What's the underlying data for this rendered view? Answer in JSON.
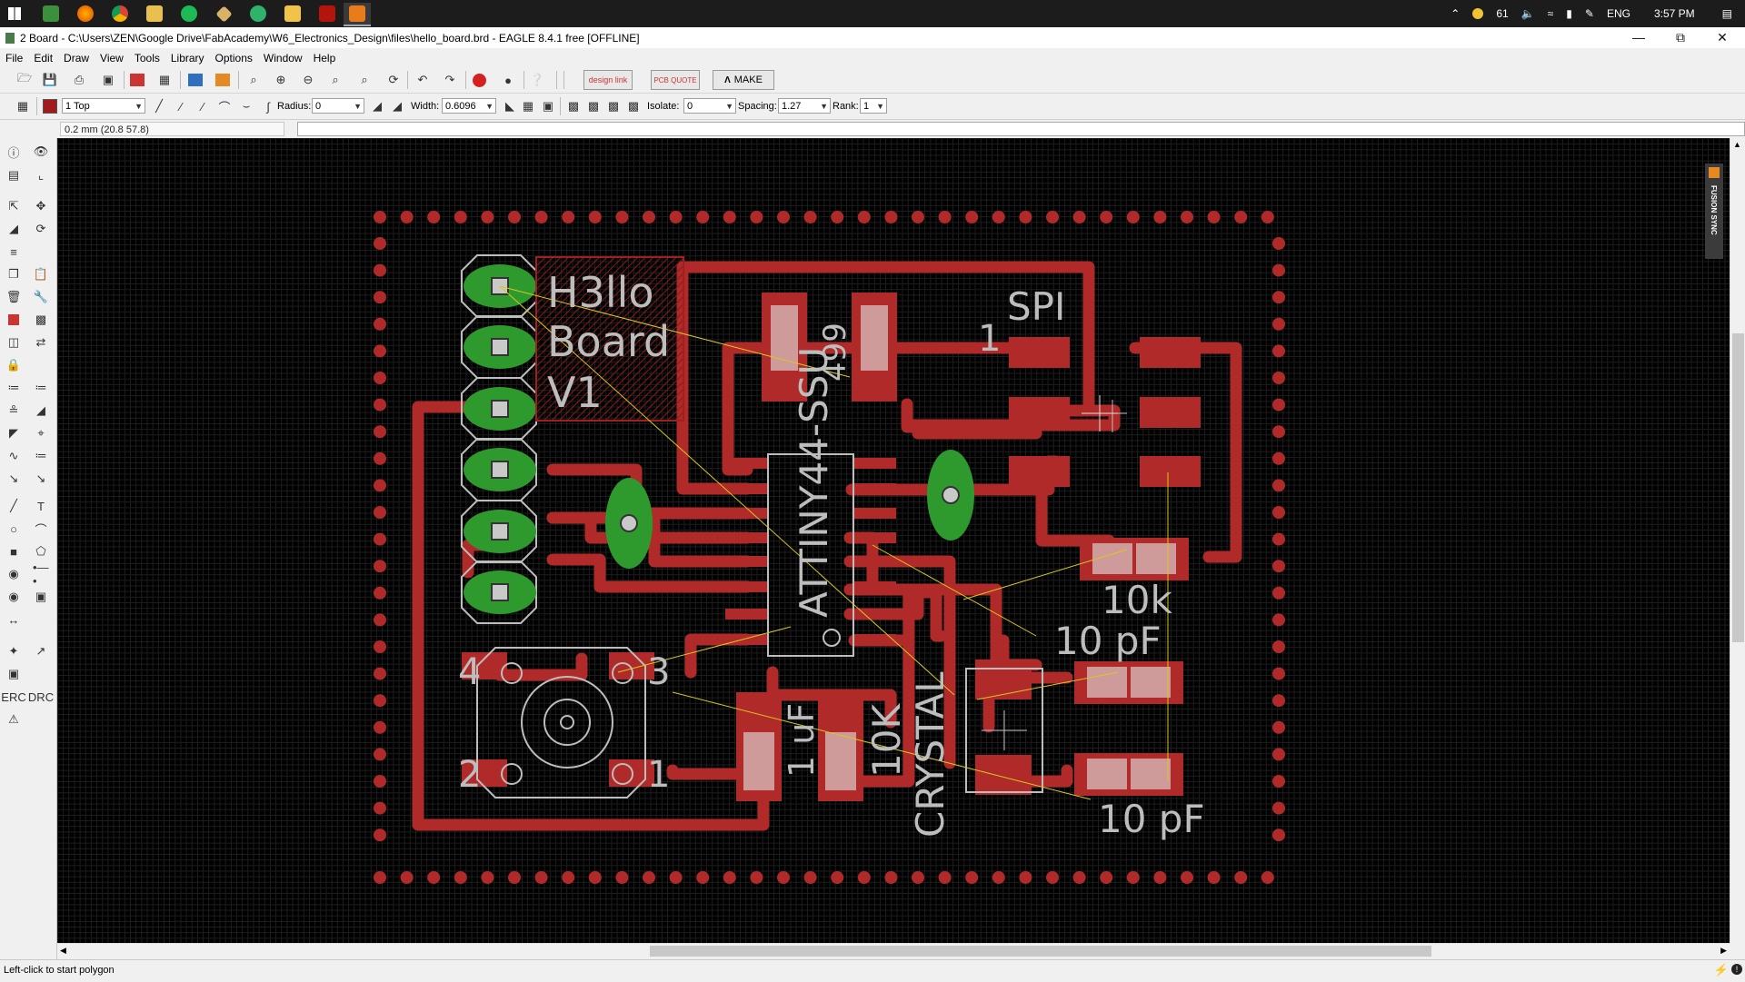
{
  "taskbar": {
    "apps": [
      {
        "icon": "windows-start-icon"
      },
      {
        "icon": "app-icon"
      },
      {
        "icon": "firefox-icon"
      },
      {
        "icon": "chrome-icon"
      },
      {
        "icon": "file-explorer-icon"
      },
      {
        "icon": "spotify-icon"
      },
      {
        "icon": "git-icon"
      },
      {
        "icon": "sublime-icon"
      },
      {
        "icon": "folder-icon"
      },
      {
        "icon": "acrobat-icon"
      },
      {
        "icon": "eagle-icon"
      }
    ],
    "tray": {
      "temperature": "61",
      "language": "ENG",
      "time": "3:57 PM"
    }
  },
  "window": {
    "title": "2 Board - C:\\Users\\ZEN\\Google Drive\\FabAcademy\\W6_Electronics_Design\\files\\hello_board.brd - EAGLE 8.4.1 free [OFFLINE]"
  },
  "menu": {
    "items": [
      "File",
      "Edit",
      "Draw",
      "View",
      "Tools",
      "Library",
      "Options",
      "Window",
      "Help"
    ]
  },
  "toolbar": {
    "design_link_label": "design link",
    "pcb_quote_label": "PCB QUOTE",
    "make_label": "MAKE"
  },
  "params": {
    "layer": "1 Top",
    "radius_label": "Radius:",
    "radius_value": "0",
    "width_label": "Width:",
    "width_value": "0.6096",
    "isolate_label": "Isolate:",
    "isolate_value": "0",
    "spacing_label": "Spacing:",
    "spacing_value": "1.27",
    "rank_label": "Rank:",
    "rank_value": "1"
  },
  "coordinates": "0.2 mm (20.8 57.8)",
  "fusion_sync_label": "FUSION SYNC",
  "status_text": "Left-click to start polygon",
  "board": {
    "silk_title_1": "H3llo",
    "silk_title_2": "Board",
    "silk_title_3": "V1",
    "label_spi": "SPI",
    "label_pin1": "1",
    "label_10k": "10k",
    "label_10pf_1": "10 pF",
    "label_10pf_2": "10 pF",
    "label_crystal": "CRYSTAL",
    "label_10K": "10K",
    "label_1uf": "1 uF",
    "label_ic": "ATTINY44-SSU",
    "label_499": "499",
    "button_pin_4": "4",
    "button_pin_3": "3",
    "button_pin_2": "2",
    "button_pin_1": "1"
  },
  "colors": {
    "copper_top": "#b02a2a",
    "pad_green": "#2e9a2e",
    "silkscreen": "#bdbdbd",
    "canvas_bg": "#000000"
  }
}
